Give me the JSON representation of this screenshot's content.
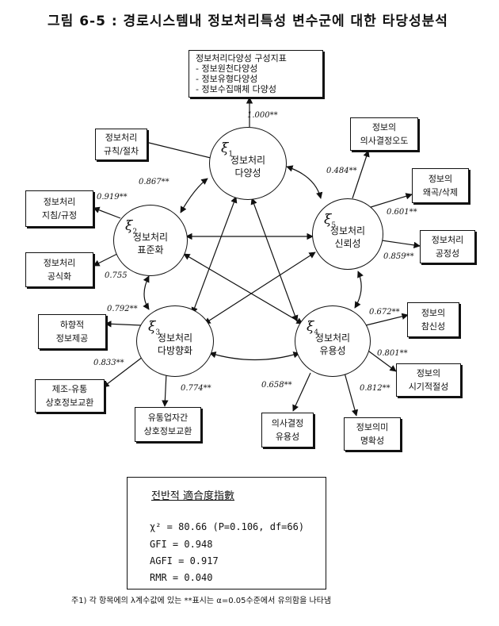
{
  "title": "그림 6-5 : 경로시스템내 정보처리특성 변수군에 대한 타당성분석",
  "top_box": {
    "lines": [
      "정보처리다양성 구성지표",
      "- 정보원천다양성",
      "- 정보유형다양성",
      "- 정보수집매체 다양성"
    ]
  },
  "factors": [
    {
      "symbol": "ξ",
      "index": "1",
      "label1": "정보처리",
      "label2": "다양성"
    },
    {
      "symbol": "ξ",
      "index": "2",
      "label1": "정보처리",
      "label2": "표준화"
    },
    {
      "symbol": "ξ",
      "index": "3",
      "label1": "정보처리",
      "label2": "다방향화"
    },
    {
      "symbol": "ξ",
      "index": "4",
      "label1": "정보처리",
      "label2": "유용성"
    },
    {
      "symbol": "ξ",
      "index": "5",
      "label1": "정보처리",
      "label2": "신뢰성"
    }
  ],
  "indicators": [
    {
      "line1": "정보처리",
      "line2": "규칙/절차"
    },
    {
      "line1": "정보처리",
      "line2": "지침/규정"
    },
    {
      "line1": "정보처리",
      "line2": "공식화"
    },
    {
      "line1": "하향적",
      "line2": "정보제공"
    },
    {
      "line1": "제조-유통",
      "line2": "상호정보교환"
    },
    {
      "line1": "유통업자간",
      "line2": "상호정보교환"
    },
    {
      "line1": "의사결정",
      "line2": "유용성"
    },
    {
      "line1": "정보의미",
      "line2": "명확성"
    },
    {
      "line1": "정보의",
      "line2": "시기적절성"
    },
    {
      "line1": "정보의",
      "line2": "참신성"
    },
    {
      "line1": "정보처리",
      "line2": "공정성"
    },
    {
      "line1": "정보의",
      "line2": "왜곡/삭제"
    },
    {
      "line1": "정보의",
      "line2": "의사결정오도"
    }
  ],
  "coefficients": [
    "1.000**",
    "0.867**",
    "0.919**",
    "0.755",
    "0.792**",
    "0.833**",
    "0.774**",
    "0.658**",
    "0.812**",
    "0.801**",
    "0.672**",
    "0.859**",
    "0.601**",
    "0.484**"
  ],
  "fit": {
    "title": "전반적 適合度指數",
    "chi": "χ² = 80.66  (P=0.106,  df=66)",
    "gfi": "GFI = 0.948",
    "agfi": "AGFI = 0.917",
    "rmr": "RMR = 0.040"
  },
  "note": "주1) 각 항목에의 λ계수값에 있는 **표시는 α=0.05수준에서 유의함을 나타냄"
}
